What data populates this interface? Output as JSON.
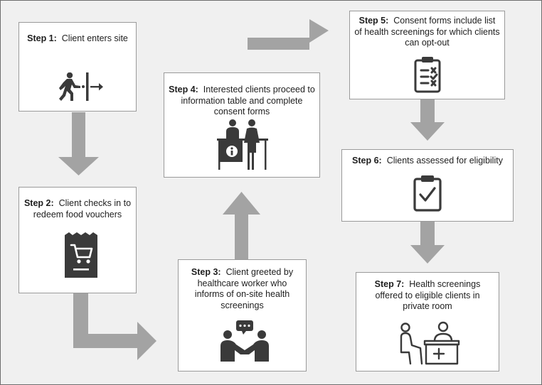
{
  "steps": [
    {
      "id": "1",
      "label": "Step 1:",
      "text": "Client enters site"
    },
    {
      "id": "2",
      "label": "Step 2:",
      "text": "Client checks in to redeem food vouchers"
    },
    {
      "id": "3",
      "label": "Step 3:",
      "text": "Client greeted by healthcare worker who informs of on-site health screenings"
    },
    {
      "id": "4",
      "label": "Step 4:",
      "text": "Interested clients proceed to information table and complete consent forms"
    },
    {
      "id": "5",
      "label": "Step 5:",
      "text": "Consent forms include list of health screenings for which clients can opt-out"
    },
    {
      "id": "6",
      "label": "Step 6:",
      "text": "Clients assessed for eligibility"
    },
    {
      "id": "7",
      "label": "Step 7:",
      "text": "Health screenings offered to eligible clients in private room"
    }
  ],
  "colors": {
    "background": "#f0f0f0",
    "box_fill": "#ffffff",
    "box_border": "#9a9a9a",
    "arrow": "#a3a3a3",
    "icon": "#3a3a3a",
    "text": "#1e1e1e"
  },
  "icons": [
    "person-exit-door-icon",
    "food-voucher-cart-icon",
    "conversation-handshake-icon",
    "information-table-icon",
    "checklist-clipboard-icon",
    "checkmark-clipboard-icon",
    "consultation-desk-icon"
  ]
}
